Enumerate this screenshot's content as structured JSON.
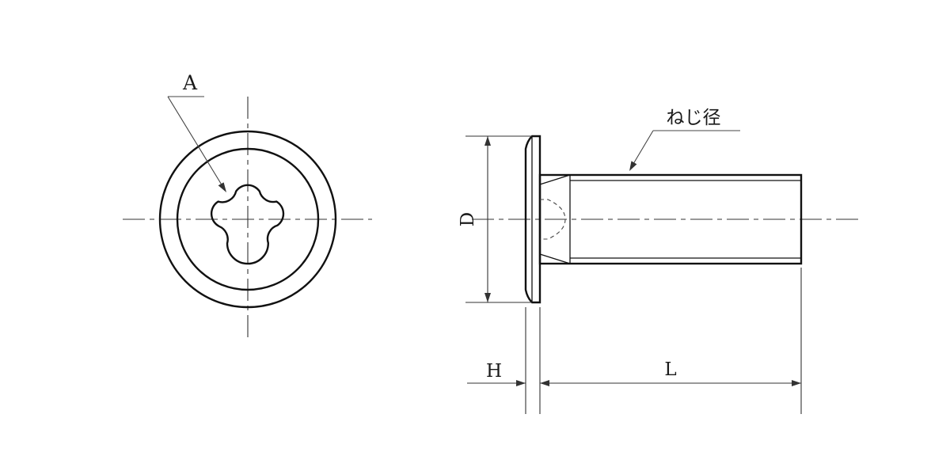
{
  "labels": {
    "A": "A",
    "thread": "ねじ径",
    "D": "D",
    "H": "H",
    "L": "L"
  },
  "colors": {
    "line": "#111111",
    "dimension": "#333333",
    "background": "#ffffff"
  }
}
